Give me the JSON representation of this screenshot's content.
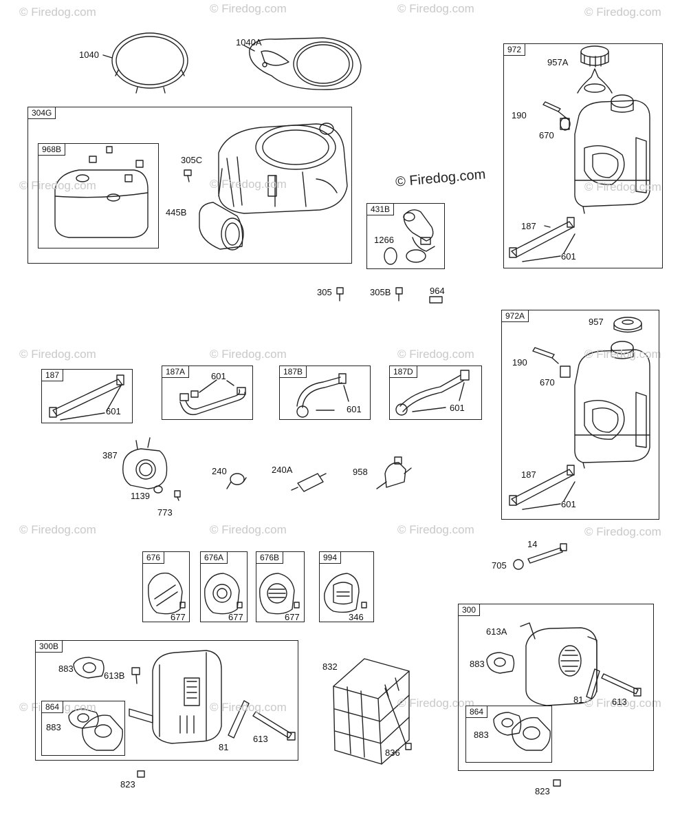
{
  "watermark": {
    "text": "© Firedog.com"
  },
  "boxes": [
    {
      "id": "304G",
      "label": "304G"
    },
    {
      "id": "968B",
      "label": "968B"
    },
    {
      "id": "431B",
      "label": "431B"
    },
    {
      "id": "972",
      "label": "972"
    },
    {
      "id": "972A",
      "label": "972A"
    },
    {
      "id": "187",
      "label": "187"
    },
    {
      "id": "187A",
      "label": "187A"
    },
    {
      "id": "187B",
      "label": "187B"
    },
    {
      "id": "187D",
      "label": "187D"
    },
    {
      "id": "676",
      "label": "676"
    },
    {
      "id": "676A",
      "label": "676A"
    },
    {
      "id": "676B",
      "label": "676B"
    },
    {
      "id": "994",
      "label": "994"
    },
    {
      "id": "300B",
      "label": "300B"
    },
    {
      "id": "864a",
      "label": "864"
    },
    {
      "id": "300",
      "label": "300"
    },
    {
      "id": "864b",
      "label": "864"
    }
  ],
  "callouts": [
    "1040",
    "1040A",
    "305C",
    "445B",
    "1266",
    "305",
    "305B",
    "964",
    "957A",
    "190",
    "670",
    "187",
    "601",
    "957",
    "190",
    "670",
    "187",
    "601",
    "601",
    "601",
    "601",
    "601",
    "387",
    "1139",
    "773",
    "240",
    "240A",
    "958",
    "14",
    "705",
    "677",
    "677",
    "677",
    "346",
    "883",
    "613B",
    "883",
    "81",
    "613",
    "823",
    "832",
    "836",
    "613A",
    "883",
    "81",
    "613",
    "883",
    "823"
  ]
}
